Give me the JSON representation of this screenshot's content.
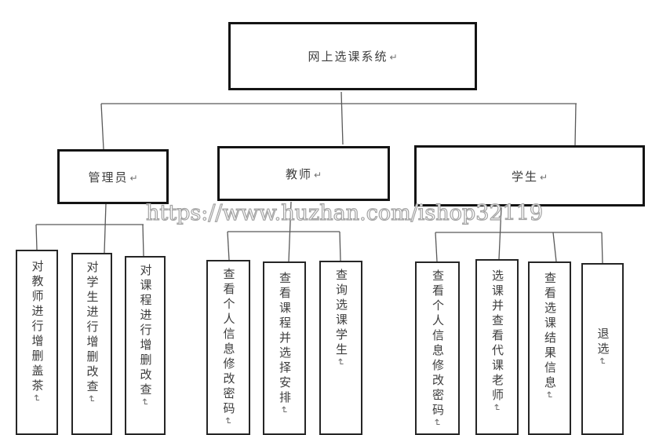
{
  "tree": {
    "return_mark": "↵",
    "root": {
      "label": "网上选课系统"
    },
    "branches": [
      {
        "label": "管理员",
        "children": [
          {
            "label": "对教师进行增删盖茶"
          },
          {
            "label": "对学生进行增删改查"
          },
          {
            "label": "对课程进行增删改查"
          }
        ]
      },
      {
        "label": "教师",
        "children": [
          {
            "label": "查看个人信息修改密码"
          },
          {
            "label": "查看课程并选择安排"
          },
          {
            "label": "查询选课学生"
          }
        ]
      },
      {
        "label": "学生",
        "children": [
          {
            "label": "查看个人信息修改密码"
          },
          {
            "label": "选课并查看代课老师"
          },
          {
            "label": "查看选课结果信息"
          },
          {
            "label": "退选"
          }
        ]
      }
    ]
  },
  "watermark": {
    "text": "https://www.huzhan.com/ishop32119"
  },
  "colors": {
    "background": "#ffffff",
    "box_border": "#141414",
    "connector_line": "#595959",
    "text": "#3d3d3d",
    "watermark_outline": "#a3a3a3"
  }
}
